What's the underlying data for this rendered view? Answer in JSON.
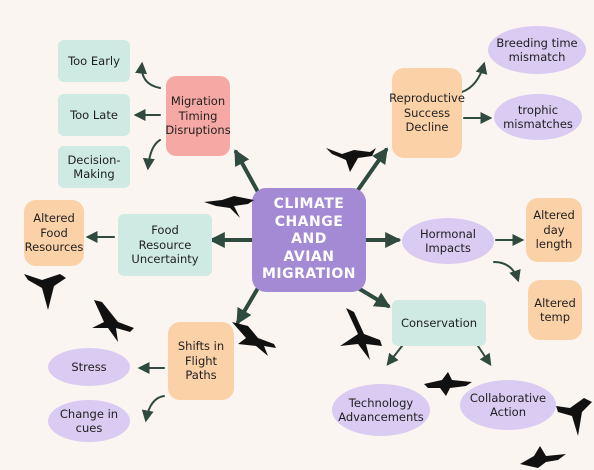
{
  "center": {
    "label": "CLIMATE\nCHANGE AND\nAVIAN\nMIGRATION"
  },
  "branches": {
    "migration_timing": {
      "label": "Migration\nTiming\nDisruptions"
    },
    "too_early": {
      "label": "Too Early"
    },
    "too_late": {
      "label": "Too Late"
    },
    "decision_making": {
      "label": "Decision-\nMaking"
    },
    "reproductive": {
      "label": "Reproductive\nSuccess\nDecline"
    },
    "breeding_time": {
      "label": "Breeding time\nmismatch"
    },
    "trophic": {
      "label": "trophic\nmismatches"
    },
    "food_uncertainty": {
      "label": "Food\nResource\nUncertainty"
    },
    "altered_food": {
      "label": "Altered\nFood\nResources"
    },
    "hormonal": {
      "label": "Hormonal\nImpacts"
    },
    "altered_day": {
      "label": "Altered\nday\nlength"
    },
    "altered_temp": {
      "label": "Altered\ntemp"
    },
    "conservation": {
      "label": "Conservation"
    },
    "technology": {
      "label": "Technology\nAdvancements"
    },
    "collaborative": {
      "label": "Collaborative\nAction"
    },
    "flight_paths": {
      "label": "Shifts in\nFlight Paths"
    },
    "stress": {
      "label": "Stress"
    },
    "change_cues": {
      "label": "Change in\ncues"
    }
  },
  "colors": {
    "center": "#a48ad4",
    "green": "#cfe9e3",
    "pink": "#f6a9a4",
    "peach": "#fbd2a8",
    "purple": "#d9cbf2",
    "arrow": "#2f4a3e",
    "bird": "#111111"
  },
  "icons": [
    "bird-silhouette-icon"
  ]
}
